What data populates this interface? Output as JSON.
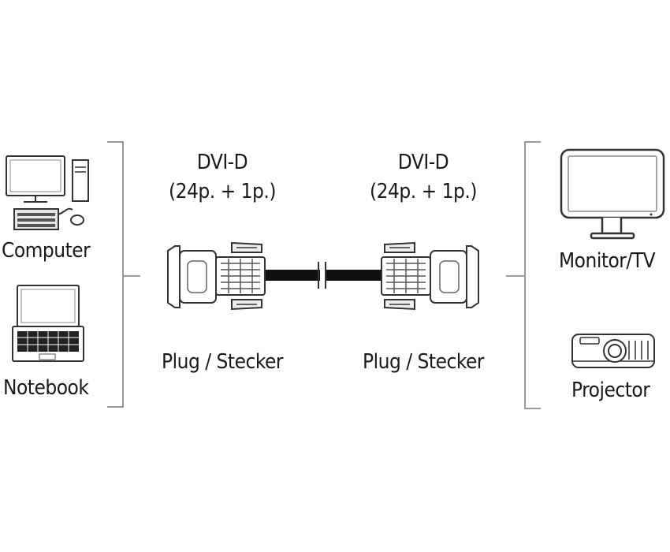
{
  "left_devices": {
    "computer_label": "Computer",
    "notebook_label": "Notebook"
  },
  "connectors": {
    "left": {
      "type": "DVI-D",
      "pins": "(24p. + 1p.)",
      "gender": "Plug / Stecker"
    },
    "right": {
      "type": "DVI-D",
      "pins": "(24p. + 1p.)",
      "gender": "Plug / Stecker"
    }
  },
  "right_devices": {
    "monitor_label": "Monitor/TV",
    "projector_label": "Projector"
  }
}
